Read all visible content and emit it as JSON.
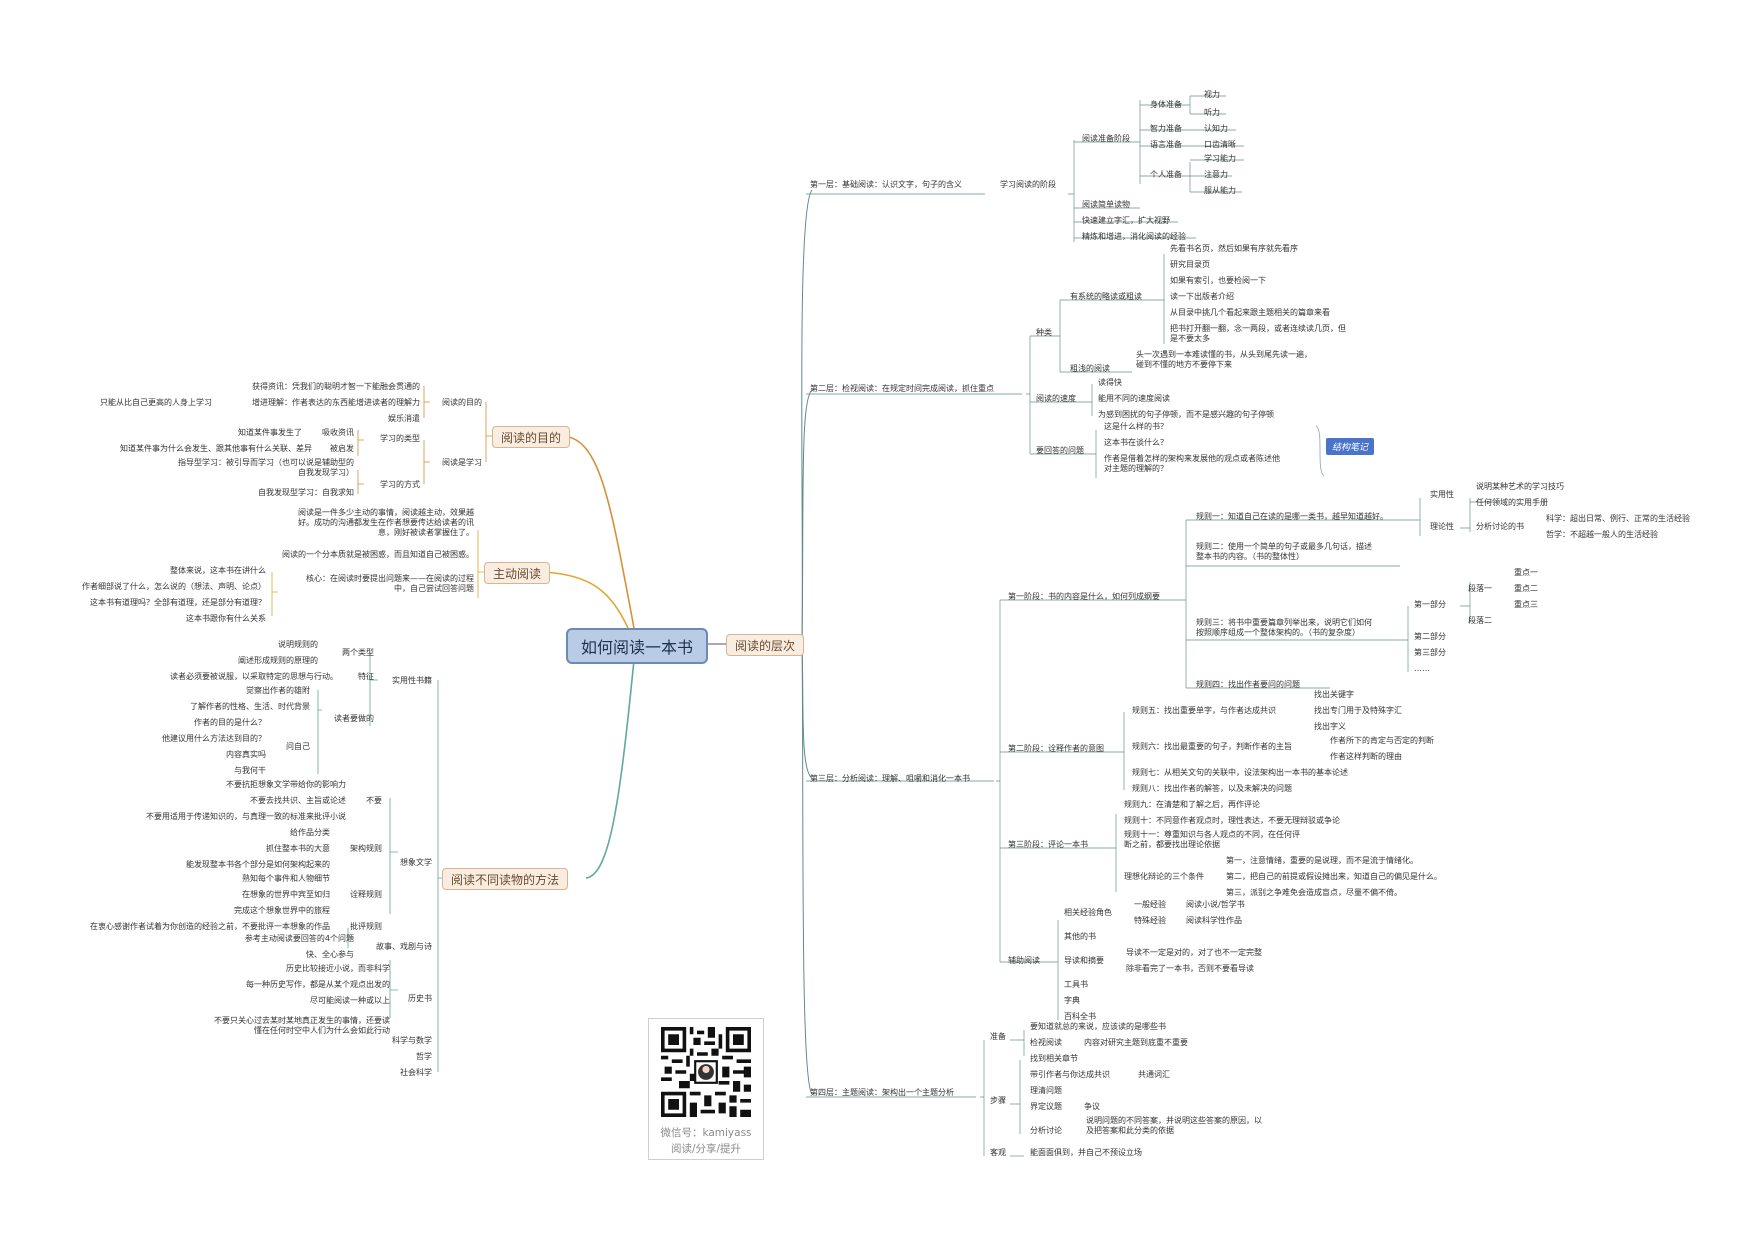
{
  "title": "如何阅读一本书",
  "branches": {
    "purpose": "阅读的目的",
    "active": "主动阅读",
    "methods": "阅读不同读物的方法",
    "levels": "阅读的层次"
  },
  "tag": "结构笔记",
  "footer": {
    "wechat": "微信号：kamiyass",
    "slogan": "阅读/分享/提升"
  },
  "nodes": [
    {
      "id": "l1",
      "text": "第一层：基础阅读：认识文字，句子的含义"
    },
    {
      "id": "l1s",
      "text": "学习阅读的阶段"
    },
    {
      "id": "l1a",
      "text": "阅读准备阶段"
    },
    {
      "id": "l1a1",
      "text": "身体准备"
    },
    {
      "id": "l1a1a",
      "text": "视力"
    },
    {
      "id": "l1a1b",
      "text": "听力"
    },
    {
      "id": "l1a2",
      "text": "智力准备"
    },
    {
      "id": "l1a2a",
      "text": "认知力"
    },
    {
      "id": "l1a3",
      "text": "语言准备"
    },
    {
      "id": "l1a3a",
      "text": "口齿清晰"
    },
    {
      "id": "l1a4",
      "text": "个人准备"
    },
    {
      "id": "l1a4a",
      "text": "学习能力"
    },
    {
      "id": "l1a4b",
      "text": "注意力"
    },
    {
      "id": "l1a4c",
      "text": "服从能力"
    },
    {
      "id": "l1b",
      "text": "阅读简单读物"
    },
    {
      "id": "l1c",
      "text": "快速建立字汇，扩大视野"
    },
    {
      "id": "l1d",
      "text": "精炼和增进，消化阅读的经验"
    },
    {
      "id": "l2",
      "text": "第二层：检视阅读：在规定时间完成阅读，抓住重点"
    },
    {
      "id": "l2k",
      "text": "种类"
    },
    {
      "id": "l2k1",
      "text": "有系统的略读或粗读"
    },
    {
      "id": "l2k1a",
      "text": "先看书名页，然后如果有序就先看序"
    },
    {
      "id": "l2k1b",
      "text": "研究目录页"
    },
    {
      "id": "l2k1c",
      "text": "如果有索引，也要检阅一下"
    },
    {
      "id": "l2k1d",
      "text": "读一下出版者介绍"
    },
    {
      "id": "l2k1e",
      "text": "从目录中挑几个看起来跟主题相关的篇章来看"
    },
    {
      "id": "l2k1f",
      "text": "把书打开翻一翻，念一两段，或者连续读几页，但\n是不要太多"
    },
    {
      "id": "l2k2",
      "text": "粗浅的阅读"
    },
    {
      "id": "l2k2a",
      "text": "头一次遇到一本难读懂的书，从头到尾先读一遍，\n碰到不懂的地方不要停下来"
    },
    {
      "id": "l2v",
      "text": "阅读的速度"
    },
    {
      "id": "l2va",
      "text": "读得快"
    },
    {
      "id": "l2vb",
      "text": "能用不同的速度阅读"
    },
    {
      "id": "l2vc",
      "text": "为感到困扰的句子停顿，而不是感兴趣的句子停顿"
    },
    {
      "id": "l2q",
      "text": "要回答的问题"
    },
    {
      "id": "l2qa",
      "text": "这是什么样的书？"
    },
    {
      "id": "l2qb",
      "text": "这本书在谈什么？"
    },
    {
      "id": "l2qc",
      "text": "作者是借着怎样的架构来发展他的观点或者陈述他\n对主题的理解的？"
    },
    {
      "id": "l3",
      "text": "第三层：分析阅读：理解、咀嚼和消化一本书"
    },
    {
      "id": "p1",
      "text": "第一阶段：书的内容是什么，如何列成纲要"
    },
    {
      "id": "r1",
      "text": "规则一：知道自己在读的是哪一类书，越早知道越好。"
    },
    {
      "id": "r1a",
      "text": "实用性"
    },
    {
      "id": "r1a1",
      "text": "说明某种艺术的学习技巧"
    },
    {
      "id": "r1a2",
      "text": "任何领域的实用手册"
    },
    {
      "id": "r1b",
      "text": "理论性"
    },
    {
      "id": "r1b1",
      "text": "分析讨论的书"
    },
    {
      "id": "r1b1a",
      "text": "科学：超出日常、例行、正常的生活经验"
    },
    {
      "id": "r1b1b",
      "text": "哲学：不超越一般人的生活经验"
    },
    {
      "id": "r2",
      "text": "规则二：使用一个简单的句子或最多几句话，描述\n整本书的内容。（书的整体性）"
    },
    {
      "id": "r3",
      "text": "规则三：将书中重要篇章列举出来，说明它们如何\n按照顺序组成一个整体架构的。（书的复杂度）"
    },
    {
      "id": "r3a",
      "text": "第一部分"
    },
    {
      "id": "r3a1",
      "text": "段落一"
    },
    {
      "id": "r3a1a",
      "text": "重点一"
    },
    {
      "id": "r3a1b",
      "text": "重点二"
    },
    {
      "id": "r3a1c",
      "text": "重点三"
    },
    {
      "id": "r3a2",
      "text": "段落二"
    },
    {
      "id": "r3b",
      "text": "第二部分"
    },
    {
      "id": "r3c",
      "text": "第三部分"
    },
    {
      "id": "r3d",
      "text": "……"
    },
    {
      "id": "r4",
      "text": "规则四：找出作者要问的问题"
    },
    {
      "id": "p2",
      "text": "第二阶段：诠释作者的意图"
    },
    {
      "id": "r5",
      "text": "规则五：找出重要单字，与作者达成共识"
    },
    {
      "id": "r5a",
      "text": "找出关键字"
    },
    {
      "id": "r5b",
      "text": "找出专门用于及特殊字汇"
    },
    {
      "id": "r5c",
      "text": "找出字义"
    },
    {
      "id": "r6",
      "text": "规则六：找出最重要的句子，判断作者的主旨"
    },
    {
      "id": "r6a",
      "text": "作者所下的肯定与否定的判断"
    },
    {
      "id": "r6b",
      "text": "作者这样判断的理由"
    },
    {
      "id": "r7",
      "text": "规则七：从相关文句的关联中，设法架构出一本书的基本论述"
    },
    {
      "id": "r8",
      "text": "规则八：找出作者的解答，以及未解决的问题"
    },
    {
      "id": "p3",
      "text": "第三阶段：评论一本书"
    },
    {
      "id": "r9",
      "text": "规则九：在清楚和了解之后，再作评论"
    },
    {
      "id": "r10",
      "text": "规则十：不同意作者观点时，理性表达，不要无理辩驳或争论"
    },
    {
      "id": "r11",
      "text": "规则十一：尊重知识与各人观点的不同，在任何评\n断之前，都要找出理论依据"
    },
    {
      "id": "r12",
      "text": "理想化辩论的三个条件"
    },
    {
      "id": "r12a",
      "text": "第一，注意情绪，重要的是说理，而不是流于情绪化。"
    },
    {
      "id": "r12b",
      "text": "第二，把自己的前提或假设摊出来，知道自己的偏见是什么。"
    },
    {
      "id": "r12c",
      "text": "第三，派别之争难免会造成盲点，尽量不偏不倚。"
    },
    {
      "id": "aux",
      "text": "辅助阅读"
    },
    {
      "id": "aux1",
      "text": "相关经验角色"
    },
    {
      "id": "aux1a",
      "text": "一般经验"
    },
    {
      "id": "aux1a1",
      "text": "阅读小说/哲学书"
    },
    {
      "id": "aux1b",
      "text": "特殊经验"
    },
    {
      "id": "aux1b1",
      "text": "阅读科学性作品"
    },
    {
      "id": "aux2",
      "text": "其他的书"
    },
    {
      "id": "aux3",
      "text": "导读和摘要"
    },
    {
      "id": "aux3a",
      "text": "导读不一定是对的，对了也不一定完整"
    },
    {
      "id": "aux3b",
      "text": "除非看完了一本书，否则不要看导读"
    },
    {
      "id": "aux4",
      "text": "工具书"
    },
    {
      "id": "aux5",
      "text": "字典"
    },
    {
      "id": "aux6",
      "text": "百科全书"
    },
    {
      "id": "l4",
      "text": "第四层：主题阅读：架构出一个主题分析"
    },
    {
      "id": "l4p",
      "text": "准备"
    },
    {
      "id": "l4pa",
      "text": "要知道就总的来说，应该读的是哪些书"
    },
    {
      "id": "l4pb",
      "text": "检视阅读"
    },
    {
      "id": "l4pb1",
      "text": "内容对研究主题到底重不重要"
    },
    {
      "id": "l4s",
      "text": "步骤"
    },
    {
      "id": "l4sa",
      "text": "找到相关章节"
    },
    {
      "id": "l4sb",
      "text": "带引作者与你达成共识"
    },
    {
      "id": "l4sb1",
      "text": "共通词汇"
    },
    {
      "id": "l4sc",
      "text": "理清问题"
    },
    {
      "id": "l4sd",
      "text": "界定议题"
    },
    {
      "id": "l4sd1",
      "text": "争议"
    },
    {
      "id": "l4se",
      "text": "分析讨论"
    },
    {
      "id": "l4se1",
      "text": "说明问题的不同答案，并说明这些答案的原因，以\n及把答案和此分类的依据"
    },
    {
      "id": "l4o",
      "text": "客观"
    },
    {
      "id": "l4oa",
      "text": "能面面俱到，并自己不预设立场"
    },
    {
      "id": "m1",
      "text": "阅读的目的"
    },
    {
      "id": "m1a",
      "text": "获得资讯：凭我们的聪明才智一下能融会贯通的"
    },
    {
      "id": "m1b",
      "text": "增进理解：作者表达的东西能增进读者的理解力"
    },
    {
      "id": "m1b1",
      "text": "只能从比自己更高的人身上学习"
    },
    {
      "id": "m1c",
      "text": "娱乐消遣"
    },
    {
      "id": "m2",
      "text": "阅读是学习"
    },
    {
      "id": "m2a",
      "text": "学习的类型"
    },
    {
      "id": "m2a1",
      "text": "吸收资讯"
    },
    {
      "id": "m2a1a",
      "text": "知道某件事发生了"
    },
    {
      "id": "m2a2",
      "text": "被启发"
    },
    {
      "id": "m2a2a",
      "text": "知道某件事为什么会发生、跟其他事有什么关联、差异"
    },
    {
      "id": "m2b",
      "text": "学习的方式"
    },
    {
      "id": "m2b1",
      "text": "指导型学习：被引导而学习（也可以说是辅助型的\n自我发现学习）"
    },
    {
      "id": "m2b2",
      "text": "自我发现型学习：自我求知"
    },
    {
      "id": "a1",
      "text": "阅读是一件多少主动的事情，阅读越主动，效果越\n好。成功的沟通都发生在作者想要传达给读者的讯\n息，刚好被读者掌握住了。"
    },
    {
      "id": "a2",
      "text": "阅读的一个分本质就是被困惑，而且知道自己被困惑。"
    },
    {
      "id": "a3",
      "text": "核心：在阅读时要提出问题来——在阅读的过程\n中，自己尝试回答问题"
    },
    {
      "id": "a3a",
      "text": "整体来说，这本书在讲什么"
    },
    {
      "id": "a3b",
      "text": "作者细部说了什么，怎么说的（想法、声明、论点）"
    },
    {
      "id": "a3c",
      "text": "这本书有道理吗？全部有道理，还是部分有道理？"
    },
    {
      "id": "a3d",
      "text": "这本书跟你有什么关系"
    },
    {
      "id": "u",
      "text": "实用性书籍"
    },
    {
      "id": "u1",
      "text": "两个类型"
    },
    {
      "id": "u1a",
      "text": "说明规则的"
    },
    {
      "id": "u1b",
      "text": "阐述形成规则的原理的"
    },
    {
      "id": "u2",
      "text": "特征"
    },
    {
      "id": "u2a",
      "text": "读者必须要被说服，以采取特定的思想与行动。"
    },
    {
      "id": "u3",
      "text": "读者要做的"
    },
    {
      "id": "u3a",
      "text": "觉察出作者的雄附"
    },
    {
      "id": "u3b",
      "text": "了解作者的性格、生活、时代背景"
    },
    {
      "id": "u4",
      "text": "问自己"
    },
    {
      "id": "u4a",
      "text": "作者的目的是什么？"
    },
    {
      "id": "u4b",
      "text": "他建议用什么方法达到目的？"
    },
    {
      "id": "u4c",
      "text": "内容真实吗"
    },
    {
      "id": "u4d",
      "text": "与我何干"
    },
    {
      "id": "f",
      "text": "想象文学"
    },
    {
      "id": "f1",
      "text": "不要"
    },
    {
      "id": "f1a",
      "text": "不要抗拒想象文学带给你的影响力"
    },
    {
      "id": "f1b",
      "text": "不要去找共识、主旨或论述"
    },
    {
      "id": "f1c",
      "text": "不要用适用于传递知识的，与真理一致的标准来批评小说"
    },
    {
      "id": "f2",
      "text": "架构规则"
    },
    {
      "id": "f2a",
      "text": "给作品分类"
    },
    {
      "id": "f2b",
      "text": "抓住整本书的大意"
    },
    {
      "id": "f2c",
      "text": "能发现整本书各个部分是如何架构起来的"
    },
    {
      "id": "f3",
      "text": "诠释规则"
    },
    {
      "id": "f3a",
      "text": "熟知每个事件和人物细节"
    },
    {
      "id": "f3b",
      "text": "在想象的世界中宾至如归"
    },
    {
      "id": "f3c",
      "text": "完成这个想象世界中的旅程"
    },
    {
      "id": "f4",
      "text": "批评规则"
    },
    {
      "id": "f4a",
      "text": "在衷心感谢作者试着为你创造的经验之前，不要批评一本想象的作品"
    },
    {
      "id": "s",
      "text": "故事、戏剧与诗"
    },
    {
      "id": "sa",
      "text": "参考主动阅读要回答的4个问题"
    },
    {
      "id": "sb",
      "text": "快、全心参与"
    },
    {
      "id": "h",
      "text": "历史书"
    },
    {
      "id": "ha",
      "text": "历史比较接近小说，而非科学"
    },
    {
      "id": "hb",
      "text": "每一种历史写作，都是从某个观点出发的"
    },
    {
      "id": "hc",
      "text": "尽可能阅读一种或以上"
    },
    {
      "id": "hd",
      "text": "不要只关心过去某时某地真正发生的事情，还要读\n懂在任何时空中人们为什么会如此行动"
    },
    {
      "id": "sci",
      "text": "科学与数学"
    },
    {
      "id": "phi",
      "text": "哲学"
    },
    {
      "id": "soc",
      "text": "社会科学"
    }
  ]
}
